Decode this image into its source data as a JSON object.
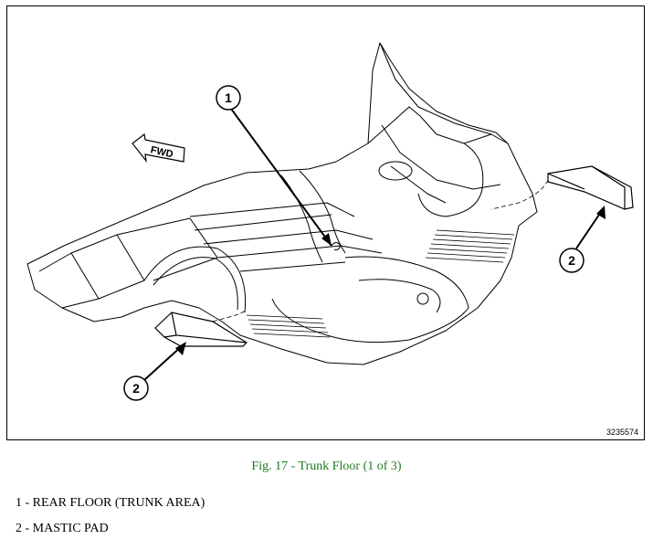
{
  "figure": {
    "id_label": "3235574",
    "direction_label": "FWD",
    "callouts": [
      {
        "number": "1",
        "refers_to": "rear-floor"
      },
      {
        "number": "2",
        "refers_to": "mastic-pad-right"
      },
      {
        "number": "2",
        "refers_to": "mastic-pad-left"
      }
    ]
  },
  "caption": "Fig. 17 - Trunk Floor (1 of 3)",
  "legend": [
    "1 - REAR FLOOR (TRUNK AREA)",
    "2 - MASTIC PAD"
  ]
}
